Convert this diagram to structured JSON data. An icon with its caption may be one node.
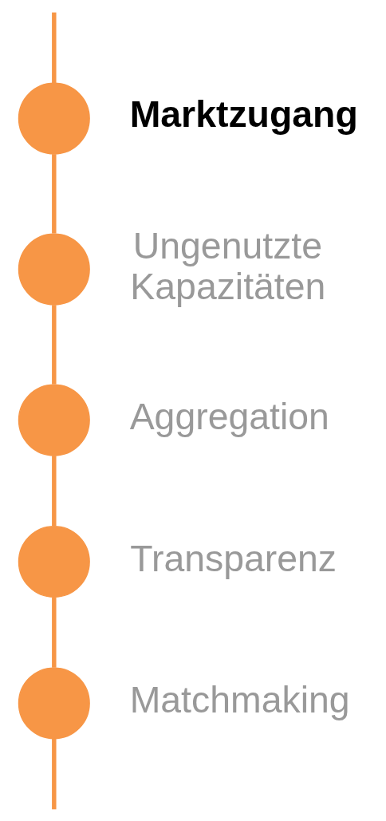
{
  "diagram": {
    "nodes": [
      {
        "text": [],
        "shape": "circle",
        "beside": [
          "Marktzugang"
        ]
      },
      {
        "text": [],
        "shape": "circle",
        "beside": [
          "Ungenutzte Kapazitäten"
        ]
      },
      {
        "text": [],
        "shape": "circle",
        "beside": [
          "Aggregation"
        ]
      },
      {
        "text": [],
        "shape": "circle",
        "beside": [
          "Transparenz"
        ]
      },
      {
        "text": [],
        "shape": "circle",
        "beside": [
          "Matchmaking"
        ]
      }
    ],
    "edges": [
      {
        "from": null,
        "to": 0,
        "arrow": "none"
      },
      {
        "from": 0,
        "to": 1,
        "arrow": "none"
      },
      {
        "from": 1,
        "to": 2,
        "arrow": "none"
      },
      {
        "from": 2,
        "to": 3,
        "arrow": "none"
      },
      {
        "from": 3,
        "to": 4,
        "arrow": "none"
      },
      {
        "from": 4,
        "to": null,
        "arrow": "none"
      }
    ]
  }
}
